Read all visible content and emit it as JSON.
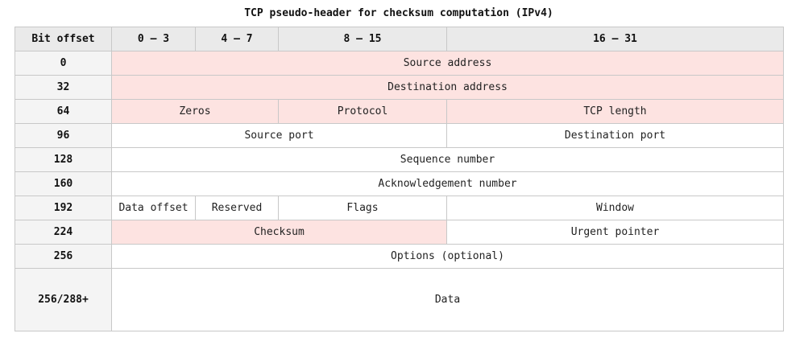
{
  "caption": "TCP pseudo-header for checksum computation (IPv4)",
  "header": {
    "bit_offset": "Bit offset",
    "c0_3": "0 – 3",
    "c4_7": "4 – 7",
    "c8_15": "8 – 15",
    "c16_31": "16 – 31"
  },
  "rows": [
    {
      "offset": "0",
      "cells": [
        "Source address"
      ]
    },
    {
      "offset": "32",
      "cells": [
        "Destination address"
      ]
    },
    {
      "offset": "64",
      "cells": [
        "Zeros",
        "Protocol",
        "TCP length"
      ]
    },
    {
      "offset": "96",
      "cells": [
        "Source port",
        "Destination port"
      ]
    },
    {
      "offset": "128",
      "cells": [
        "Sequence number"
      ]
    },
    {
      "offset": "160",
      "cells": [
        "Acknowledgement number"
      ]
    },
    {
      "offset": "192",
      "cells": [
        "Data offset",
        "Reserved",
        "Flags",
        "Window"
      ]
    },
    {
      "offset": "224",
      "cells": [
        "Checksum",
        "Urgent pointer"
      ]
    },
    {
      "offset": "256",
      "cells": [
        "Options (optional)"
      ]
    },
    {
      "offset": "256/288+",
      "cells": [
        "Data"
      ]
    }
  ],
  "colors": {
    "pseudo_header_highlight": "#fde3e1",
    "header_background": "#eaeaea",
    "grid_line": "#c8c8c8"
  }
}
